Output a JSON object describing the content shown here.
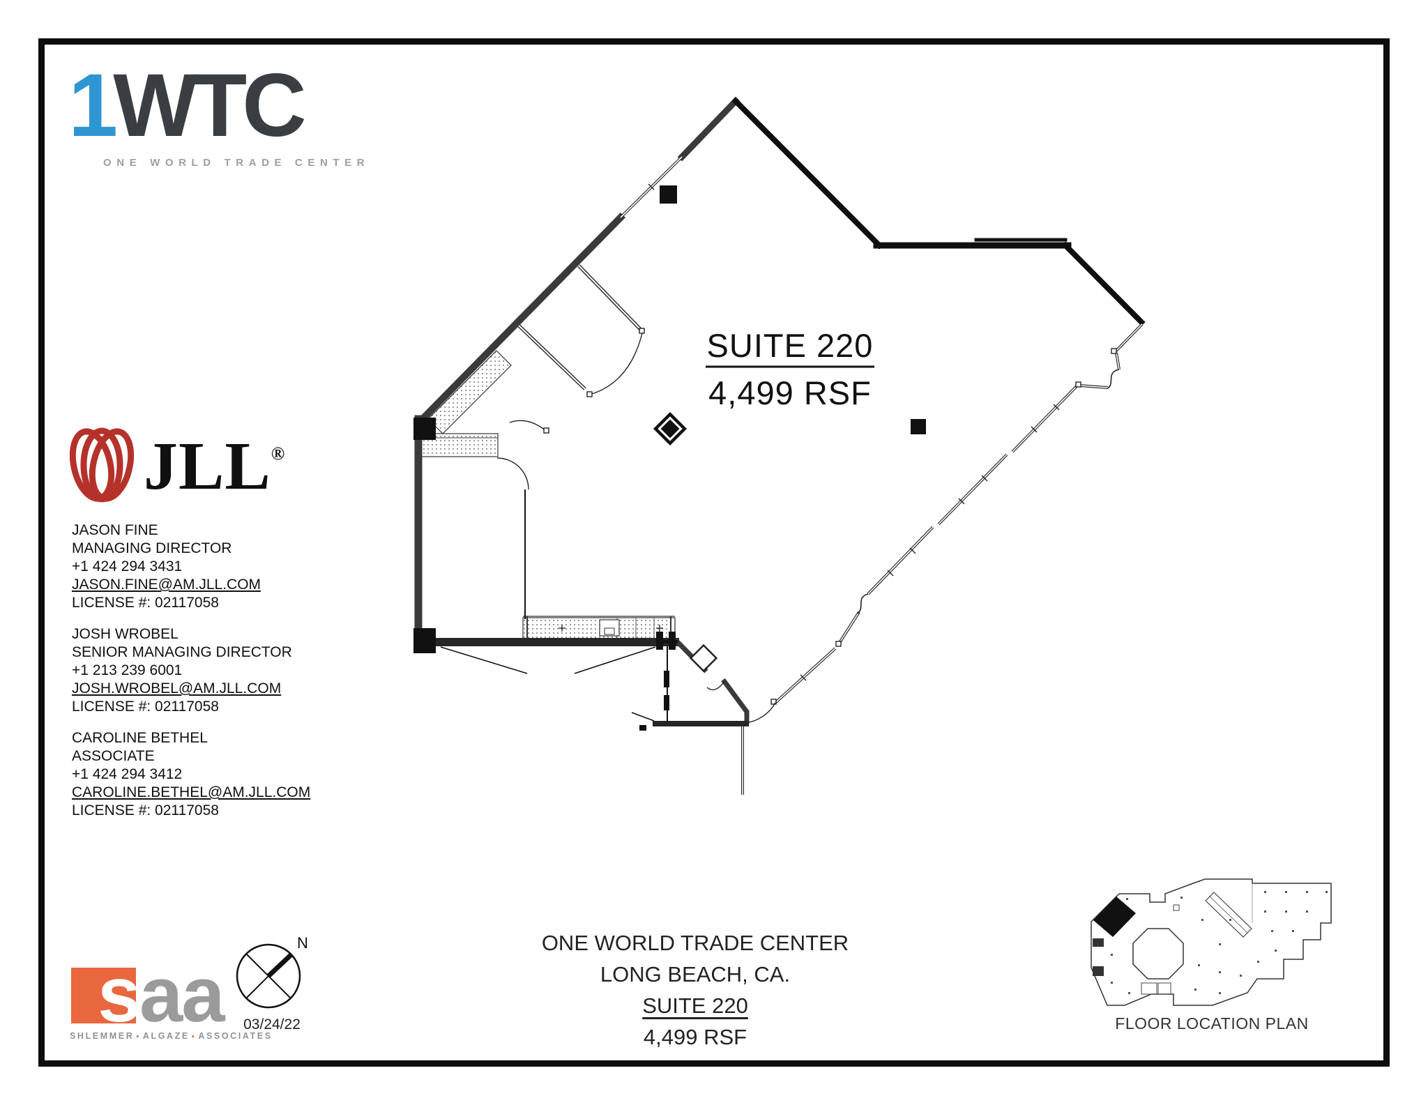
{
  "branding": {
    "wtc": {
      "one": "1",
      "wtc": "WTC",
      "subtitle": "ONE WORLD TRADE CENTER"
    },
    "jll": {
      "wordmark": "JLL",
      "reg": "®"
    },
    "saa": {
      "s": "s",
      "aa": "aa",
      "tagline_parts": [
        "SHLEMMER",
        "ALGAZE",
        "ASSOCIATES"
      ],
      "separator": "▪"
    }
  },
  "contacts": [
    {
      "name": "JASON FINE",
      "title": "MANAGING DIRECTOR",
      "phone": "+1 424 294 3431",
      "email": "JASON.FINE@AM.JLL.COM",
      "license": "LICENSE #: 02117058"
    },
    {
      "name": "JOSH WROBEL",
      "title": "SENIOR MANAGING DIRECTOR",
      "phone": "+1 213 239 6001",
      "email": "JOSH.WROBEL@AM.JLL.COM",
      "license": "LICENSE #: 02117058"
    },
    {
      "name": "CAROLINE BETHEL",
      "title": "ASSOCIATE",
      "phone": "+1 424 294 3412",
      "email": "CAROLINE.BETHEL@AM.JLL.COM",
      "license": "LICENSE #: 02117058"
    }
  ],
  "plan": {
    "suite_label": "SUITE 220",
    "rsf_label": "4,499 RSF"
  },
  "title_block": {
    "building": "ONE WORLD TRADE CENTER",
    "location": "LONG BEACH, CA.",
    "suite": "SUITE 220",
    "rsf": "4,499 RSF"
  },
  "compass": {
    "north": "N",
    "date": "03/24/22"
  },
  "location_plan": {
    "caption": "FLOOR LOCATION PLAN"
  },
  "colors": {
    "wtc_blue": "#2e96d2",
    "wtc_dark": "#3a3e42",
    "subtitle_gray": "#9aa0a5",
    "jll_red": "#b5322b",
    "saa_orange": "#e8673e",
    "saa_gray": "#9b9b9b",
    "wall_dark": "#1a1a1a",
    "wall_gray": "#3a3a3a"
  }
}
